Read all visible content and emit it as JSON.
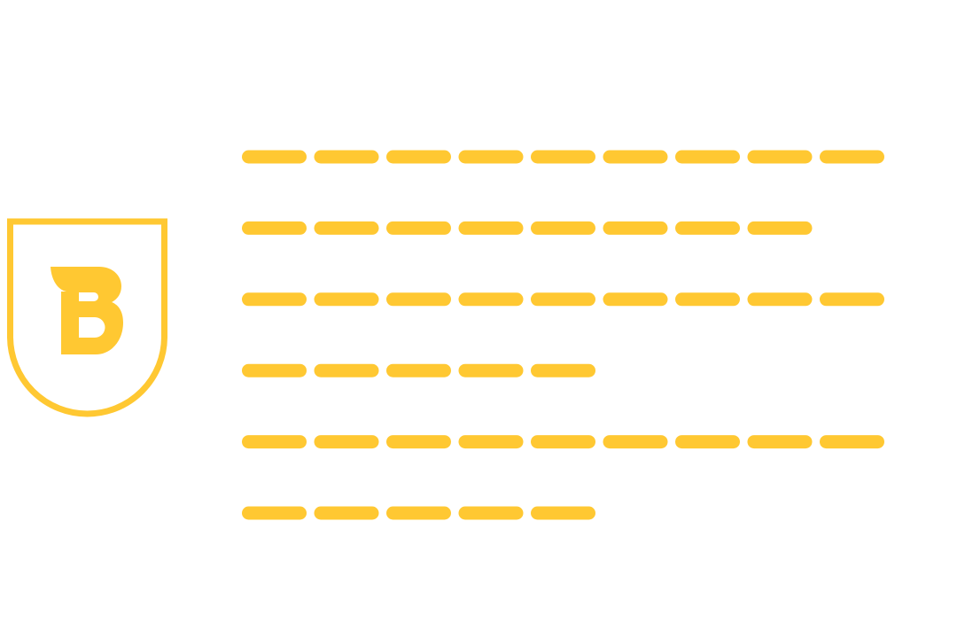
{
  "logo": {
    "letter": "B",
    "shape": "shield-icon"
  },
  "colors": {
    "accent": "#FFC832",
    "background": "#FFFFFF"
  },
  "placeholder_text_lines": [
    {
      "segments": 9
    },
    {
      "segments": 8
    },
    {
      "segments": 9
    },
    {
      "segments": 5
    },
    {
      "segments": 9
    },
    {
      "segments": 5
    }
  ]
}
